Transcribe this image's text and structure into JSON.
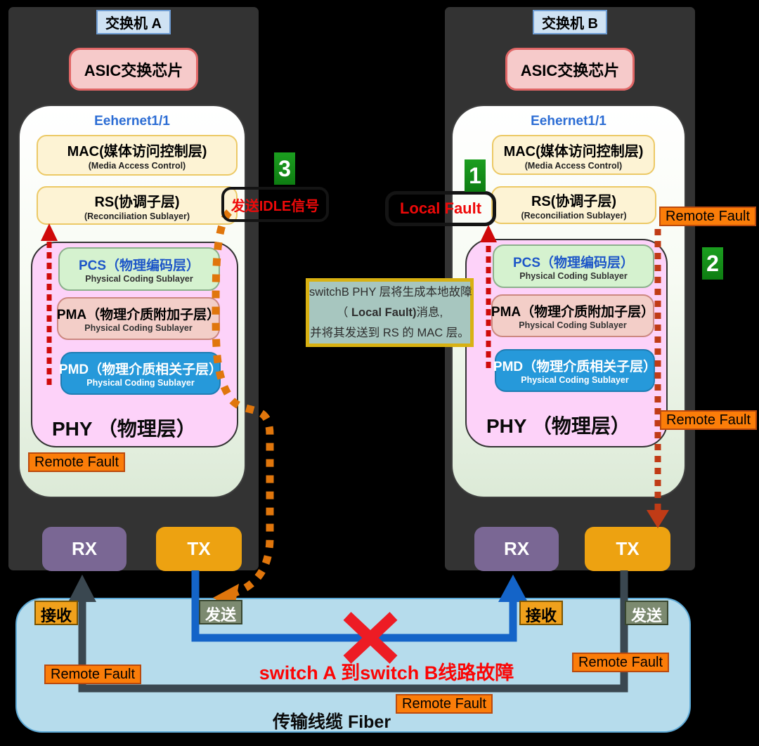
{
  "switchA": {
    "title": "交换机 A",
    "asic_label": "ASIC交换芯片",
    "interface_label": "Eehernet1/1",
    "mac": {
      "title": "MAC(媒体访问控制层)",
      "subtitle": "(Media Access  Control)"
    },
    "rs": {
      "title": "RS(协调子层)",
      "subtitle": "(Reconciliation Sublayer)"
    },
    "pcs": {
      "title": "PCS（物理编码层）",
      "subtitle": "Physical Coding Sublayer"
    },
    "pma": {
      "title": "PMA（物理介质附加子层）",
      "subtitle": "Physical Coding Sublayer"
    },
    "pmd": {
      "title": "PMD（物理介质相关子层）",
      "subtitle": "Physical Coding Sublayer"
    },
    "phy_label": "PHY （物理层）",
    "remote_fault_badge": "Remote Fault",
    "rx_label": "RX",
    "tx_label": "TX"
  },
  "switchB": {
    "title": "交换机 B",
    "asic_label": "ASIC交换芯片",
    "interface_label": "Eehernet1/1",
    "mac": {
      "title": "MAC(媒体访问控制层)",
      "subtitle": "(Media Access  Control)"
    },
    "rs": {
      "title": "RS(协调子层)",
      "subtitle": "(Reconciliation Sublayer)"
    },
    "pcs": {
      "title": "PCS（物理编码层）",
      "subtitle": "Physical Coding Sublayer"
    },
    "pma": {
      "title": "PMA（物理介质附加子层）",
      "subtitle": "Physical Coding Sublayer"
    },
    "pmd": {
      "title": "PMD（物理介质相关子层）",
      "subtitle": "Physical Coding Sublayer"
    },
    "phy_label": "PHY （物理层）",
    "rx_label": "RX",
    "tx_label": "TX"
  },
  "annotations": {
    "step1": "1",
    "step2": "2",
    "step3": "3",
    "idle_signal_label": "发送IDLE信号",
    "local_fault_label": "Local Fault",
    "remote_fault_rs_badge": "Remote Fault",
    "remote_fault_phy_badge": "Remote Fault",
    "note": {
      "line1": "switchB PHY 层将生成本地故障",
      "line2_pre": "（ ",
      "line2_bold": "Local Fault)",
      "line2_post": "消息,",
      "line3": "并将其发送到 RS 的 MAC 层。"
    }
  },
  "fiber": {
    "label": "传输线缆  Fiber",
    "receive_a": "接收",
    "send_a": "发送",
    "receive_b": "接收",
    "send_b": "发送",
    "line_fault_text": "switch A 到switch B线路故障",
    "remote_fault_left": "Remote Fault",
    "remote_fault_right": "Remote Fault",
    "remote_fault_bottom": "Remote Fault"
  },
  "colors": {
    "panel_gray": "#333333",
    "remote_fault_orange": "#fb7d09",
    "step_badge_green": "#17921b",
    "tx_line_blue": "#1464c8",
    "rx_line_dark": "#3a4750",
    "fault_red": "#ed1c24",
    "idle_path_orange": "#e0760c",
    "remote_fault_path_brown": "#c03b16"
  }
}
